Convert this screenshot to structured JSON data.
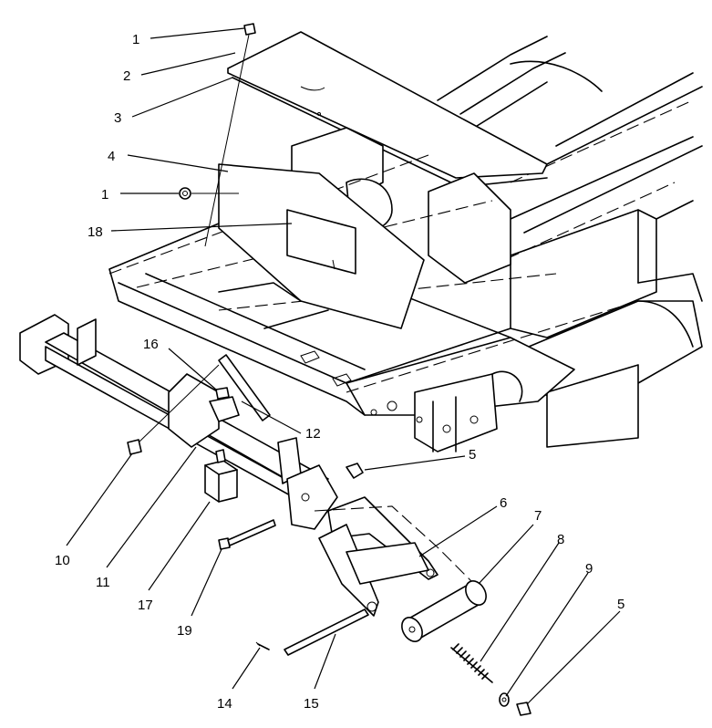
{
  "callouts": [
    {
      "id": "c1a",
      "label": "1"
    },
    {
      "id": "c2",
      "label": "2"
    },
    {
      "id": "c3",
      "label": "3"
    },
    {
      "id": "c4",
      "label": "4"
    },
    {
      "id": "c1b",
      "label": "1"
    },
    {
      "id": "c18",
      "label": "18"
    },
    {
      "id": "c16",
      "label": "16"
    },
    {
      "id": "c12",
      "label": "12"
    },
    {
      "id": "c5a",
      "label": "5"
    },
    {
      "id": "c6",
      "label": "6"
    },
    {
      "id": "c7",
      "label": "7"
    },
    {
      "id": "c8",
      "label": "8"
    },
    {
      "id": "c9",
      "label": "9"
    },
    {
      "id": "c5b",
      "label": "5"
    },
    {
      "id": "c10",
      "label": "10"
    },
    {
      "id": "c11",
      "label": "11"
    },
    {
      "id": "c17",
      "label": "17"
    },
    {
      "id": "c19",
      "label": "19"
    },
    {
      "id": "c14",
      "label": "14"
    },
    {
      "id": "c15",
      "label": "15"
    }
  ]
}
